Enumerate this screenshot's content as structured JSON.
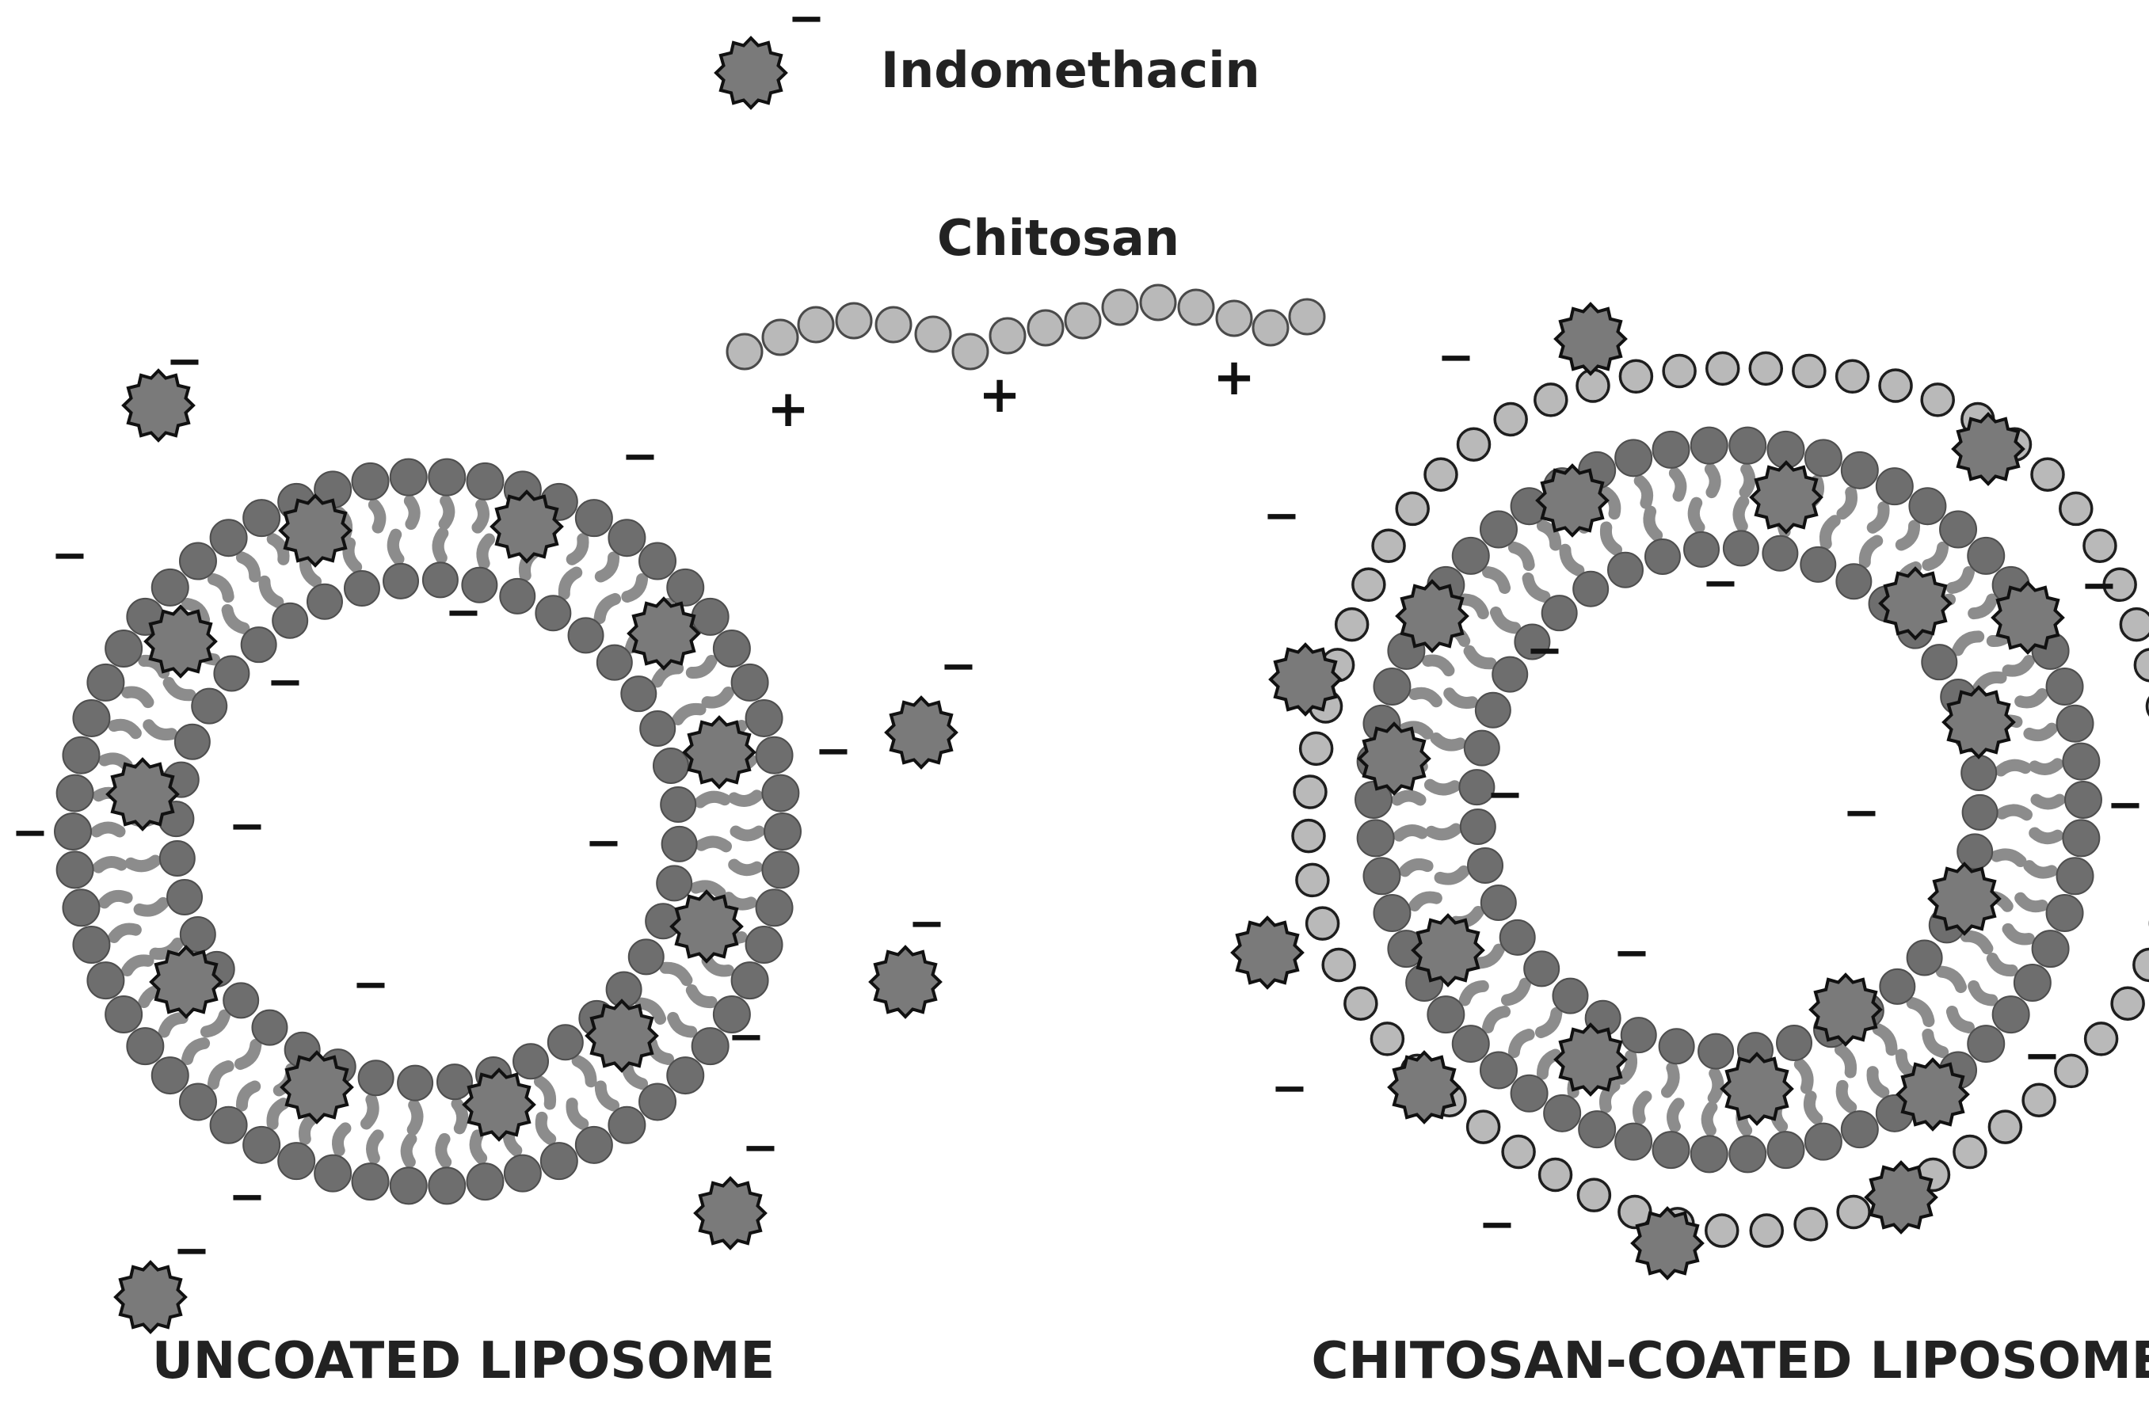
{
  "labels": {
    "indomethacin": "Indomethacin",
    "chitosan": "Chitosan",
    "uncoated": "UNCOATED LIPOSOME",
    "coated": "CHITOSAN-COATED LIPOSOME"
  },
  "signs": {
    "negative": "−",
    "positive": "+"
  },
  "colors": {
    "head": "#6e6e6e",
    "head_stroke": "#4e4e4e",
    "tail": "#8c8c8c",
    "drug_fill": "#7a7a7a",
    "drug_stroke": "#111111",
    "chitosan_fill": "#b9b9b9",
    "chitosan_stroke": "#4a4a4a",
    "chitosan_coat_stroke": "#1e1e1e",
    "text": "#222222"
  },
  "icons": {
    "drug": "indomethacin-star-icon",
    "chitosan_bead": "chitosan-bead-icon",
    "phospholipid": "phospholipid-icon"
  }
}
